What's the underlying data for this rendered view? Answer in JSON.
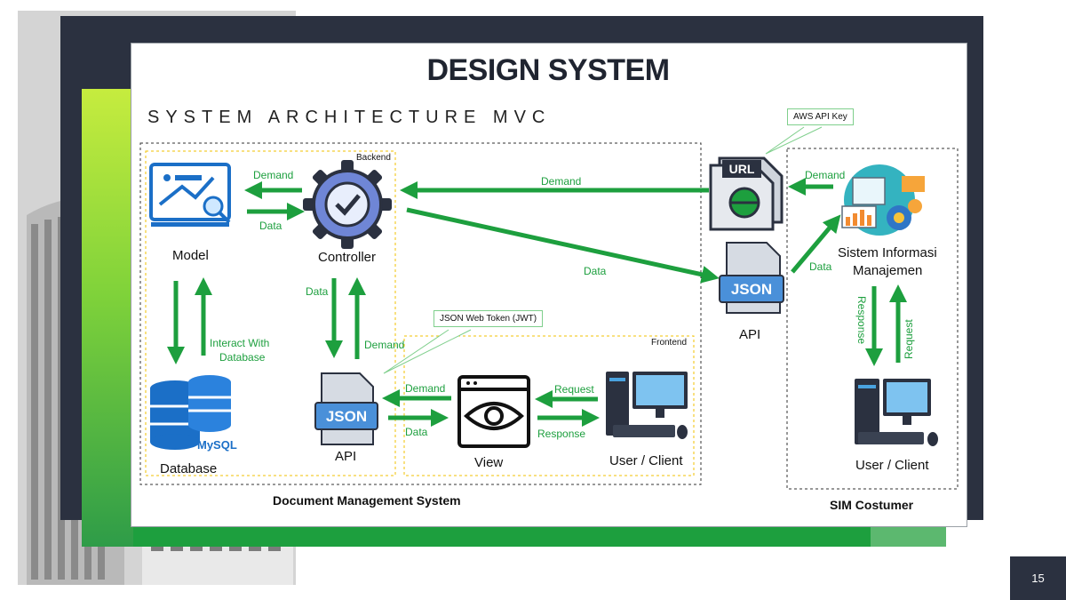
{
  "slide": {
    "title": "DESIGN SYSTEM",
    "subtitle": "SYSTEM ARCHITECTURE MVC",
    "page_number": "15"
  },
  "groups": {
    "backend_tag": "Backend",
    "frontend_tag": "Frontend",
    "dms_label": "Document Management System",
    "sim_label": "SIM Costumer"
  },
  "nodes": {
    "model": "Model",
    "controller": "Controller",
    "database": "Database",
    "api_left": "API",
    "view": "View",
    "user_client_mid": "User / Client",
    "api_right": "API",
    "sim_line1": "Sistem Informasi",
    "sim_line2": "Manajemen",
    "user_client_right": "User / Client"
  },
  "edges": {
    "demand_controller_model": "Demand",
    "data_model_controller": "Data",
    "demand_url_controller": "Demand",
    "data_controller_json": "Data",
    "data_controller_api": "Data",
    "demand_api_controller": "Demand",
    "interact_line1": "Interact With",
    "interact_line2": "Database",
    "demand_view_api": "Demand",
    "data_api_view": "Data",
    "request_user_view": "Request",
    "response_view_user": "Response",
    "demand_sim_url": "Demand",
    "data_json_sim": "Data",
    "response_sim_user": "Response",
    "request_user_sim": "Request"
  },
  "callouts": {
    "aws": "AWS API Key",
    "jwt": "JSON Web Token (JWT)"
  },
  "icons": {
    "url_text": "URL",
    "json_text": "JSON",
    "mysql_text": "MySQL"
  },
  "colors": {
    "arrow_green": "#1d9f3e",
    "frame_dark": "#2b3140",
    "icon_blue": "#1b6fc7"
  }
}
